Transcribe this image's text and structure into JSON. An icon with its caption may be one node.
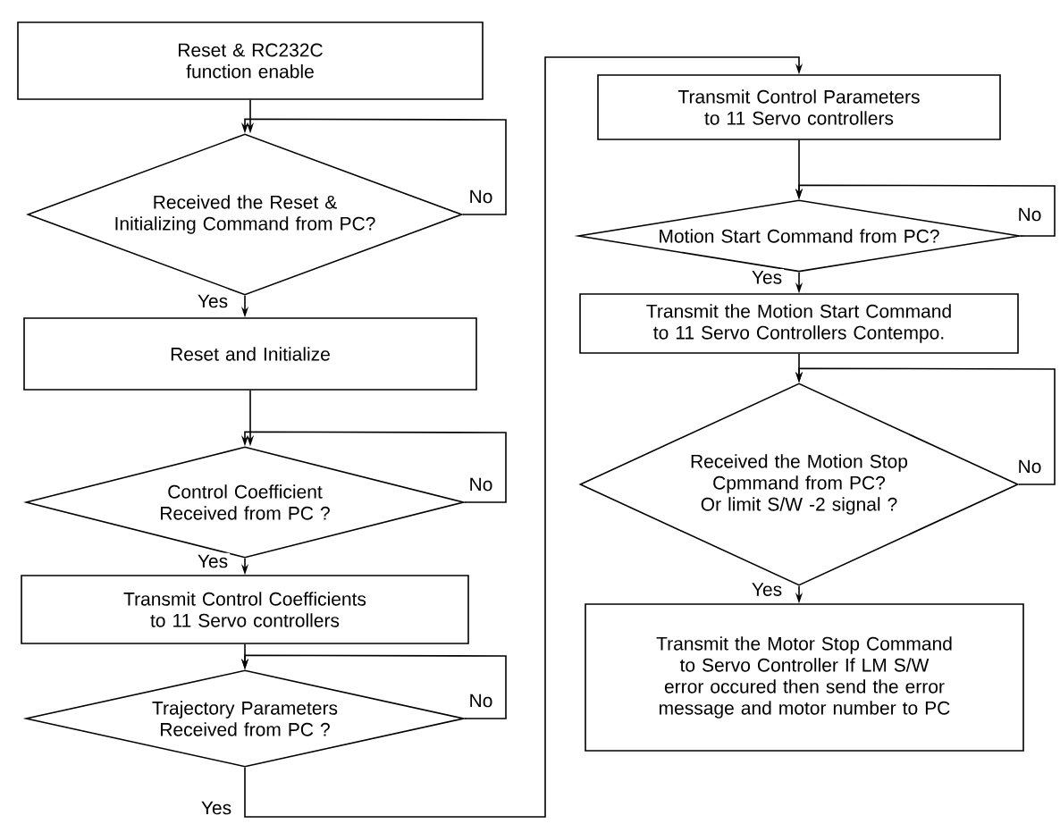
{
  "diagram": {
    "nodes": [
      {
        "text": [
          "Reset & RC232C function enable"
        ]
      },
      {
        "text": [
          "Received the Reset & Initializing Command from PC?"
        ]
      },
      {
        "text": [
          "Reset and Initialize"
        ]
      },
      {
        "text": [
          "Control Coefficient Received from PC ?"
        ]
      },
      {
        "text": [
          "Transmit Control Coefficients to 11 Servo controllers"
        ]
      },
      {
        "text": [
          "Trajectory Parameters Received from PC ?"
        ]
      },
      {
        "text": [
          "Transmit Control Parameters to 11 Servo controllers"
        ]
      },
      {
        "text": [
          "Motion Start Command from PC?"
        ]
      },
      {
        "text": [
          "Transmit the Motion Start Command to 11 Servo Controllers Contempo."
        ]
      },
      {
        "text": [
          "Received the Motion Stop Cpmmand from PC? Or limit S/W -2 signal ?"
        ]
      },
      {
        "text": [
          "Transmit the Motor Stop Command to Servo Controller If LM S/W error occured then send the error message and motor number to PC"
        ]
      }
    ],
    "edges": [
      {
        "from": 0,
        "to": 1,
        "arrow": "to"
      },
      {
        "from": 1,
        "to": 1,
        "arrow": "to",
        "label": "No"
      },
      {
        "from": 1,
        "to": 2,
        "arrow": "to",
        "label": "Yes"
      },
      {
        "from": 2,
        "to": 3,
        "arrow": "to"
      },
      {
        "from": 3,
        "to": 3,
        "arrow": "to",
        "label": "No"
      },
      {
        "from": 3,
        "to": 4,
        "arrow": "to",
        "label": "Yes"
      },
      {
        "from": 4,
        "to": 5,
        "arrow": "to"
      },
      {
        "from": 5,
        "to": 5,
        "arrow": "to",
        "label": "No"
      },
      {
        "from": 5,
        "to": 6,
        "arrow": "to",
        "label": "Yes"
      },
      {
        "from": 6,
        "to": 7,
        "arrow": "to"
      },
      {
        "from": 7,
        "to": 7,
        "arrow": "to",
        "label": "No"
      },
      {
        "from": 7,
        "to": 8,
        "arrow": "to",
        "label": "Yes"
      },
      {
        "from": 8,
        "to": 9,
        "arrow": "to"
      },
      {
        "from": 9,
        "to": 9,
        "arrow": "to",
        "label": "No"
      },
      {
        "from": 9,
        "to": 10,
        "arrow": "to",
        "label": "Yes"
      }
    ]
  }
}
